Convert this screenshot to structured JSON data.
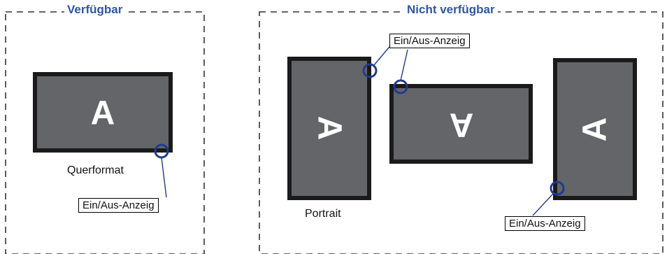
{
  "sections": {
    "available": {
      "title": "Verfügbar"
    },
    "unavailable": {
      "title": "Nicht verfügbar"
    }
  },
  "monitor_letter": "A",
  "labels": {
    "landscape": "Querformat",
    "portrait": "Portrait",
    "indicator": "Ein/Aus-Anzeig"
  },
  "colors": {
    "heading": "#2f56a6",
    "screen_fill": "#646569",
    "bezel": "#1a1a1a",
    "indicator_ring": "#1f3a8f"
  }
}
